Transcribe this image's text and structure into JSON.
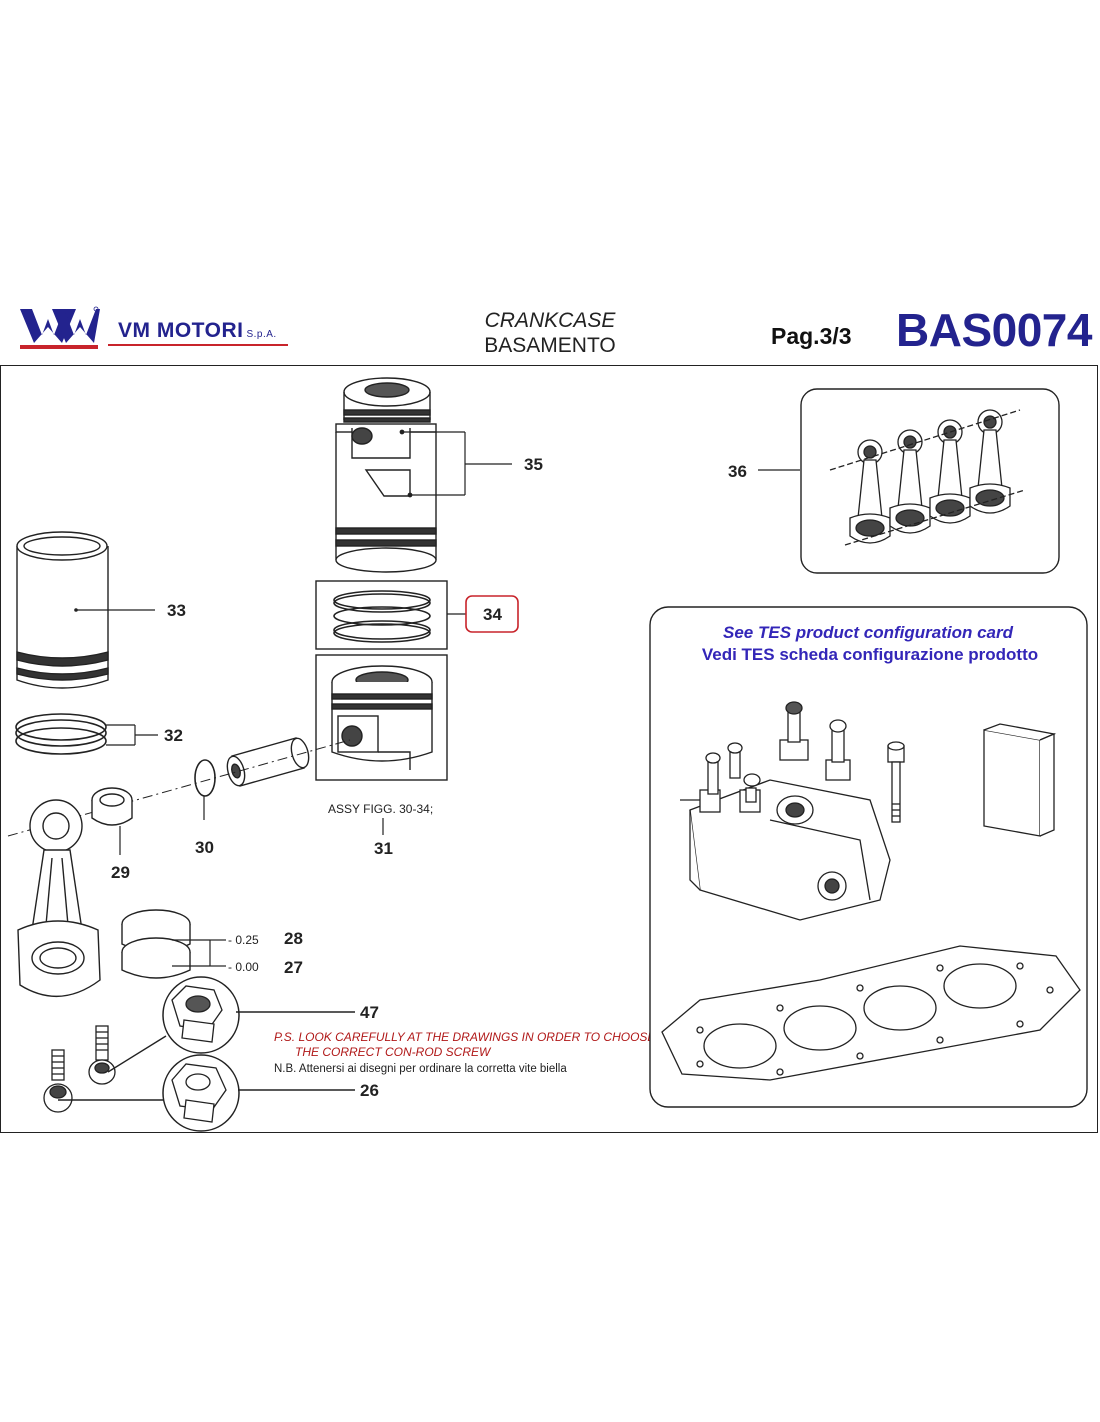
{
  "header": {
    "brand": "VM MOTORI",
    "brand_suffix": "S.p.A.",
    "title_en": "CRANKCASE",
    "title_it": "BASAMENTO",
    "page": "Pag.3/3",
    "code": "BAS0074"
  },
  "colors": {
    "brand_blue": "#23238e",
    "brand_red": "#c8242b",
    "note_red": "#b01818",
    "tes_blue": "#3326b8",
    "highlight_red": "#c8242b"
  },
  "callouts": {
    "c35": "35",
    "c36": "36",
    "c33": "33",
    "c34": "34",
    "c32": "32",
    "c30": "30",
    "c31": "31",
    "c29": "29",
    "c28": "28",
    "c27": "27",
    "c47": "47",
    "c26": "26"
  },
  "labels": {
    "assy": "ASSY FIGG. 30-34;",
    "size_025": "- 0.25",
    "size_000": "- 0.00"
  },
  "notes": {
    "ps_line1": "P.S. LOOK CAREFULLY AT THE DRAWINGS IN ORDER TO CHOOSE",
    "ps_line2": "THE CORRECT CON-ROD SCREW",
    "nb": "N.B. Attenersi ai disegni per ordinare la corretta vite biella"
  },
  "tes": {
    "en": "See TES product configuration card",
    "it": "Vedi TES scheda configurazione prodotto"
  }
}
